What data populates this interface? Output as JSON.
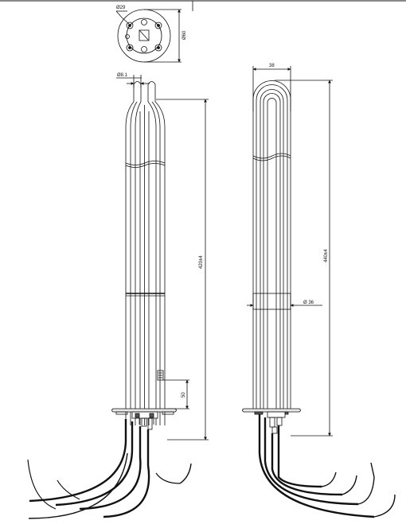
{
  "drawing": {
    "colors": {
      "line": "#111111",
      "fill": "#ffffff",
      "shade": "#e8e8e8",
      "dark": "#555555"
    },
    "top_view": {
      "dia_bolt_circle": "Ø29",
      "dia_flange": "Ø60"
    },
    "front_view": {
      "dia_tube": "Ø8.1",
      "length": "420±4",
      "height_terminals": "50"
    },
    "side_view": {
      "width": "38",
      "length": "440±4",
      "dia_body": "Ø 36"
    }
  }
}
